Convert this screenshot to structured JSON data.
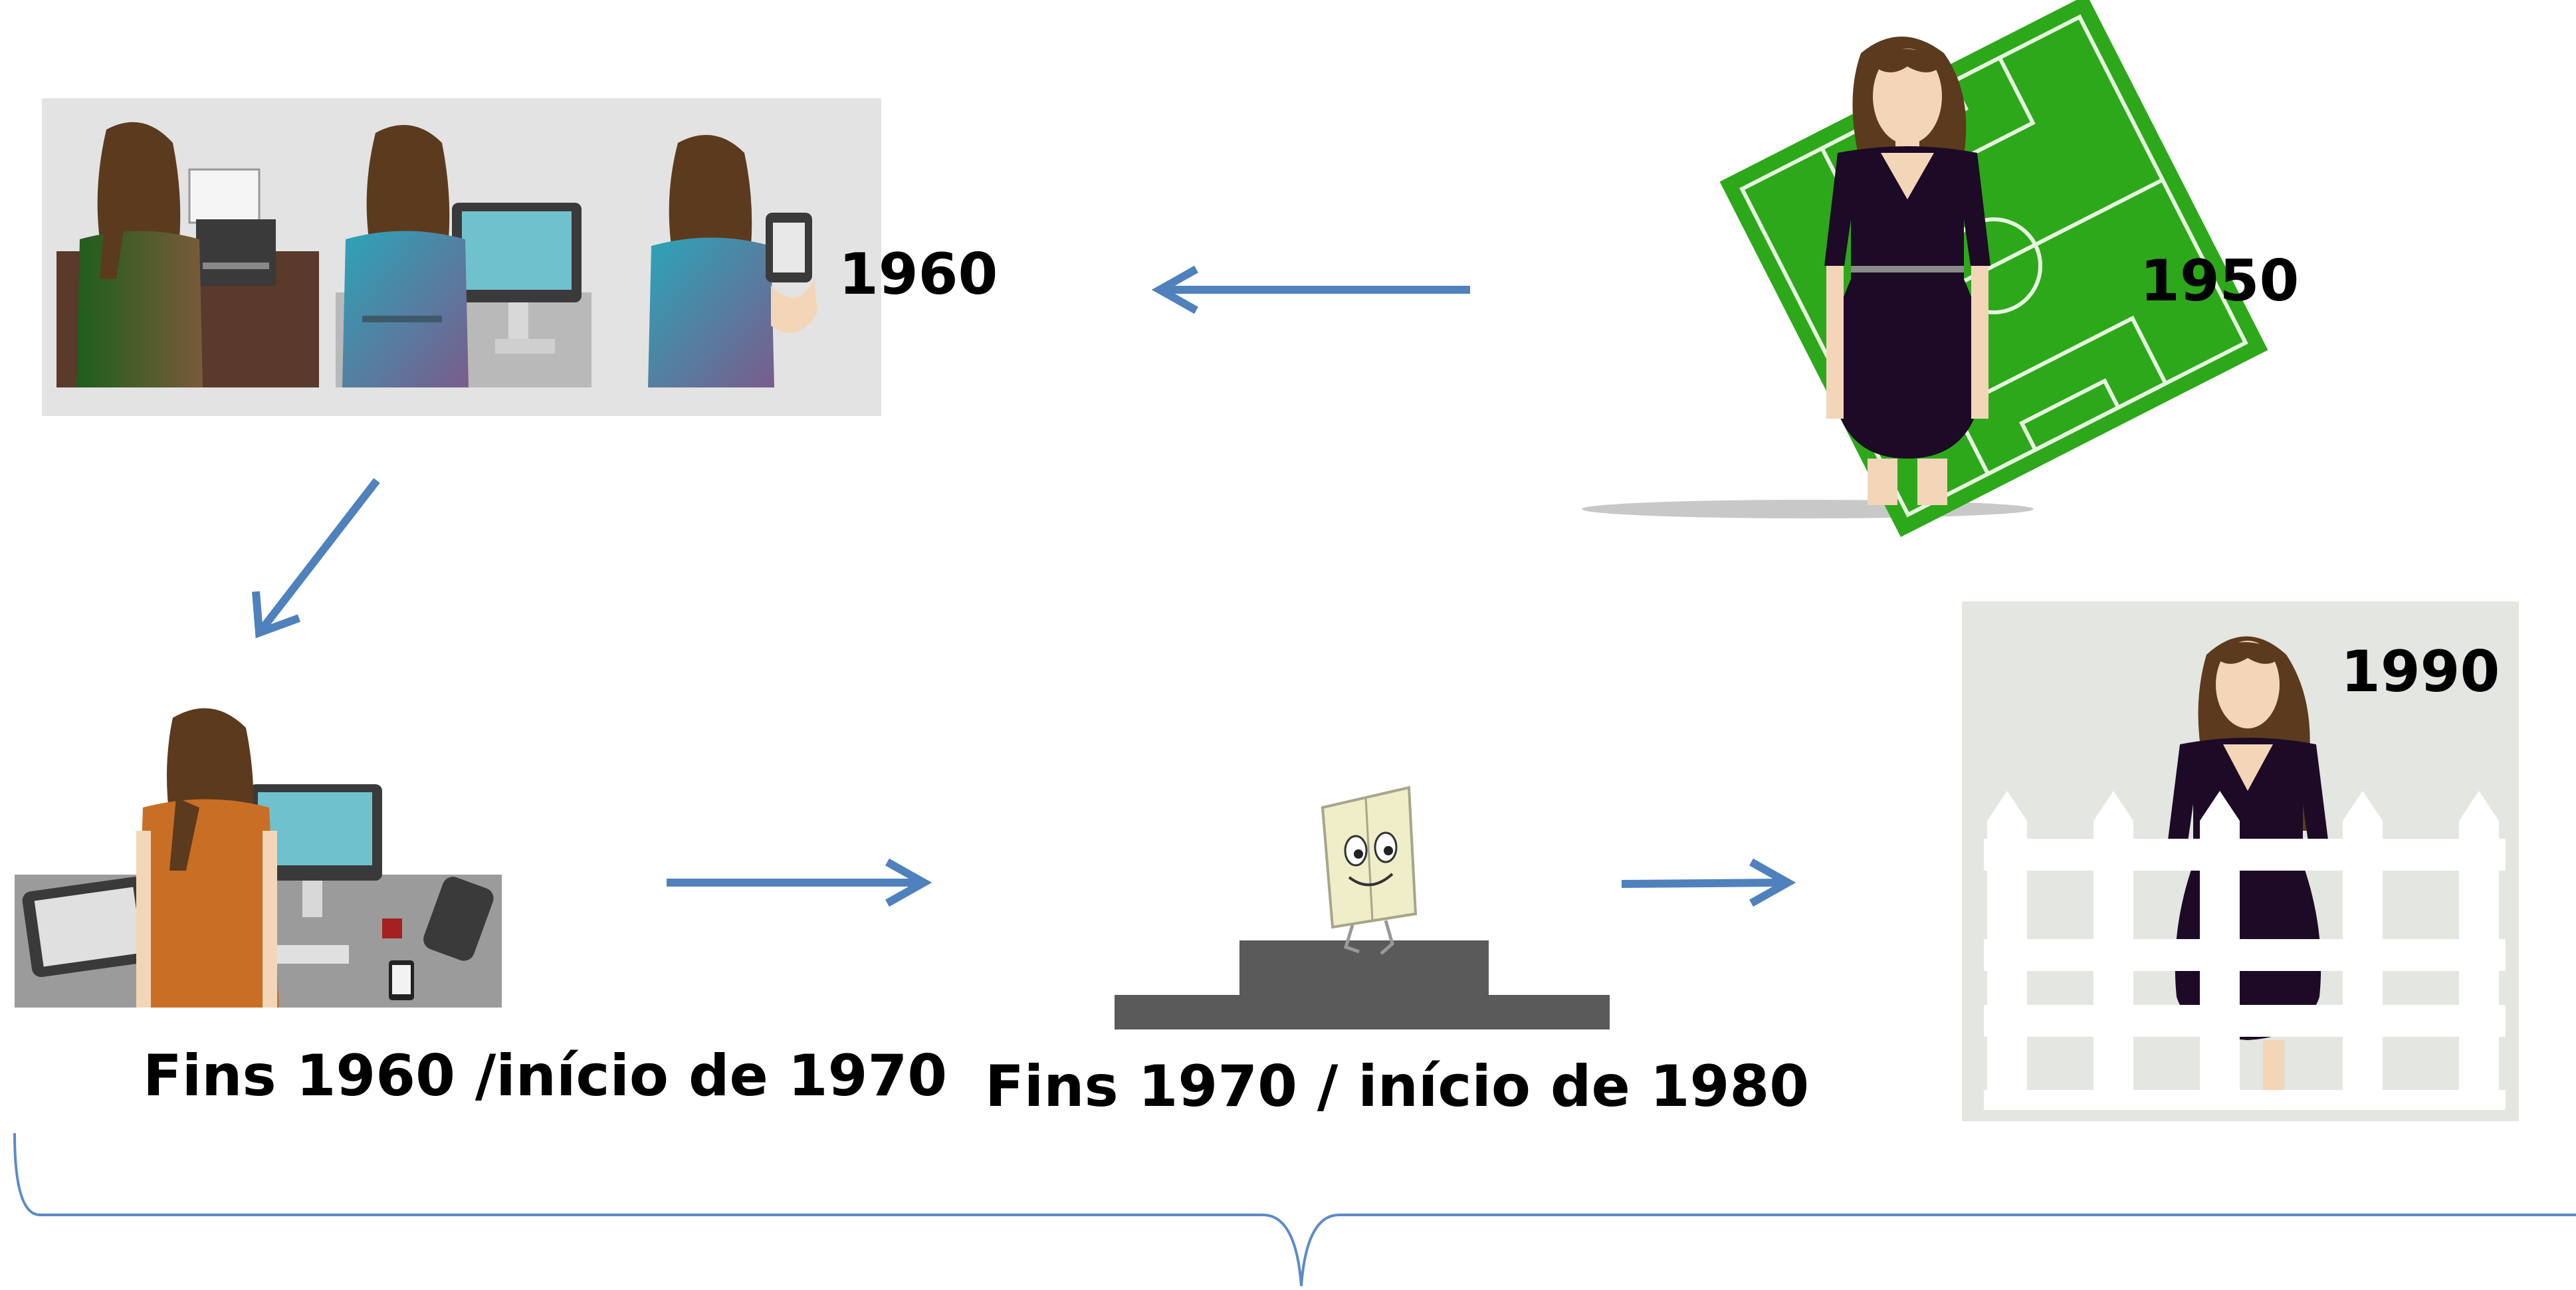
{
  "labels": {
    "year_1950": "1950",
    "year_1960": "1960",
    "year_1990": "1990",
    "caption_late60s": "Fins 1960 /início de 1970",
    "caption_late70s": "Fins 1970 / início de 1980"
  },
  "colors": {
    "arrow": "#4F81BD",
    "brace": "#5B8BC9",
    "field_green": "#2DA81A",
    "dress_dark": "#1C0A26",
    "hair_brown": "#5C3A1E",
    "panel_gray": "#E3E3E3",
    "podium_gray": "#5A5A5A",
    "fence_white": "#FFFFFF"
  }
}
